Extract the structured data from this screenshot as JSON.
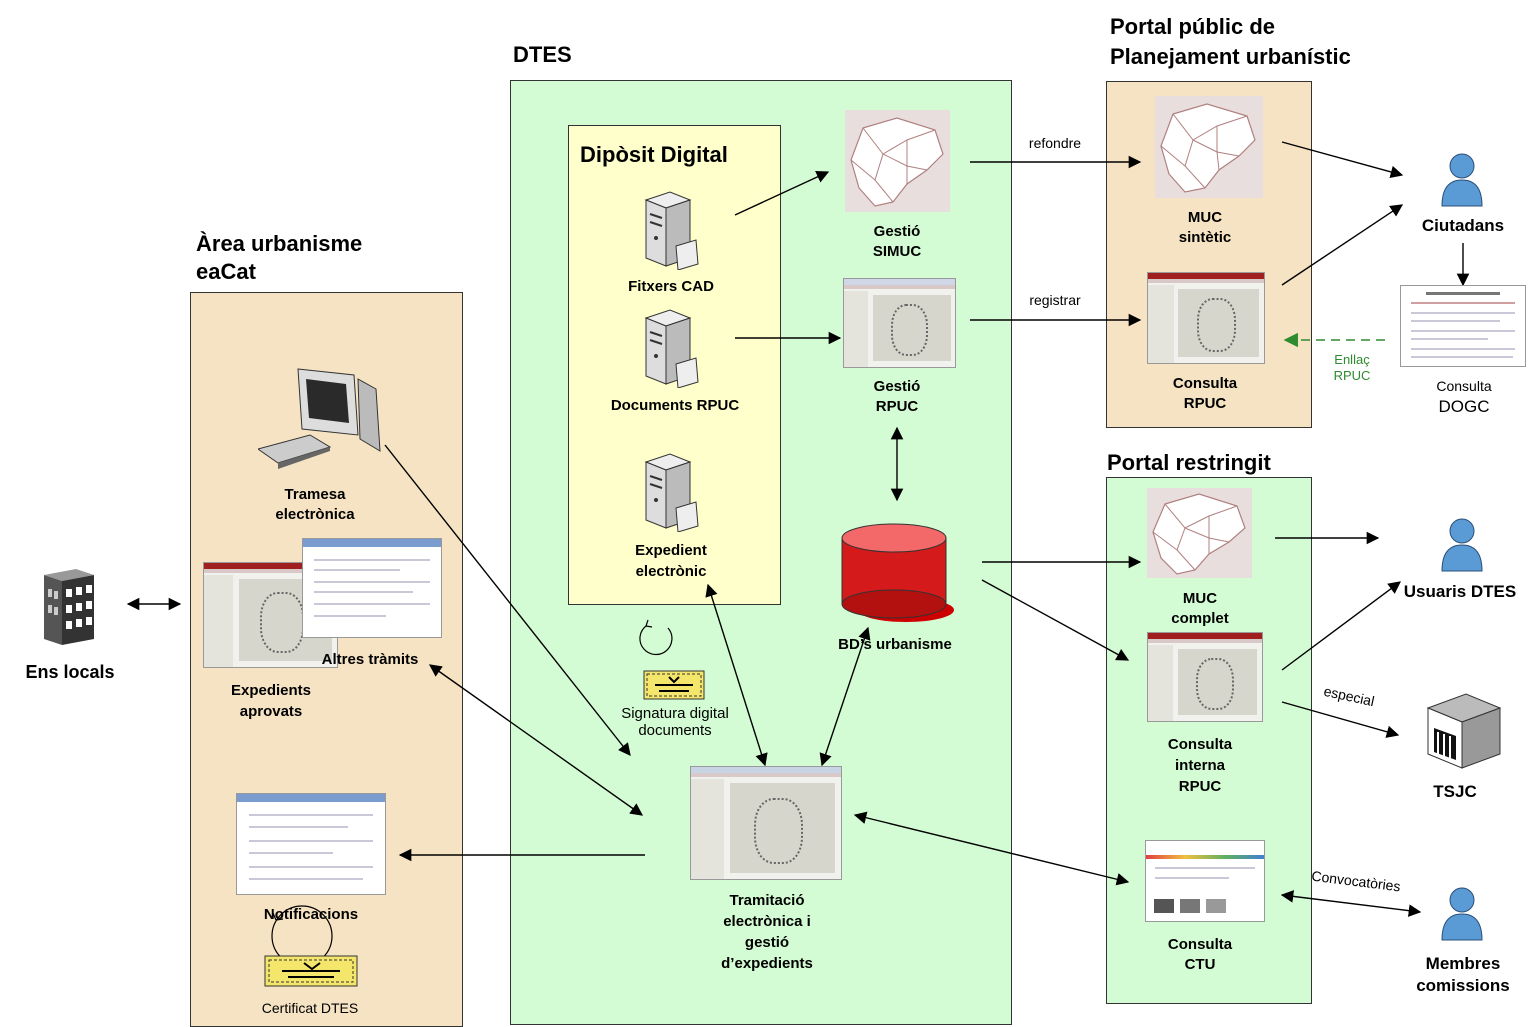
{
  "titles": {
    "dtes": "DTES",
    "portal_public": "Portal públic de\nPlanejament urbanístic",
    "area": "Àrea urbanisme\neaCat",
    "diposit": "Dipòsit Digital",
    "portal_restringit": "Portal restringit"
  },
  "labels": {
    "ens_locals": "Ens locals",
    "tramesa": "Tramesa\nelectrònica",
    "expedients_aprovats": "Expedients\naprovats",
    "altres_tramits": "Altres tràmits",
    "notificacions": "Notificacions",
    "certificat": "Certificat DTES",
    "fitxers_cad": "Fitxers CAD",
    "documents_rpuc": "Documents RPUC",
    "expedient_electronic": "Expedient\nelectrònic",
    "signatura": "Signatura digital\ndocuments",
    "gestio_simuc": "Gestió\nSIMUC",
    "gestio_rpuc": "Gestió\nRPUC",
    "bd_urbanisme": "BD’s urbanisme",
    "tramitacio": "Tramitació\nelectrònica i\ngestió\nd’expedients",
    "muc_sintetic": "MUC\nsintètic",
    "consulta_rpuc": "Consulta\nRPUC",
    "muc_complet": "MUC\ncomplet",
    "consulta_interna": "Consulta\ninterna\nRPUC",
    "consulta_ctu": "Consulta\nCTU",
    "ciutadans": "Ciutadans",
    "usuaris_dtes": "Usuaris DTES",
    "tsjc": "TSJC",
    "membres": "Membres\ncomissions",
    "consulta_dogc_1": "Consulta",
    "consulta_dogc_2": "DOGC"
  },
  "edges": {
    "refondre": "refondre",
    "registrar": "registrar",
    "enllac": "Enllaç\nRPUC",
    "especial": "especial",
    "convocatories": "Convocatòries"
  },
  "colors": {
    "beige": "#f5e3c3",
    "green": "#d4fcd4",
    "yellow": "#ffffcc",
    "db_red": "#cc0000",
    "dashed_green": "#2e8b2e",
    "person_blue": "#4d8ec8"
  },
  "icons": {
    "server": "server-icon",
    "computer": "computer-icon",
    "building": "building-icon",
    "person": "person-icon",
    "database": "database-icon",
    "certificate": "certificate-icon",
    "courthouse": "courthouse-icon"
  }
}
